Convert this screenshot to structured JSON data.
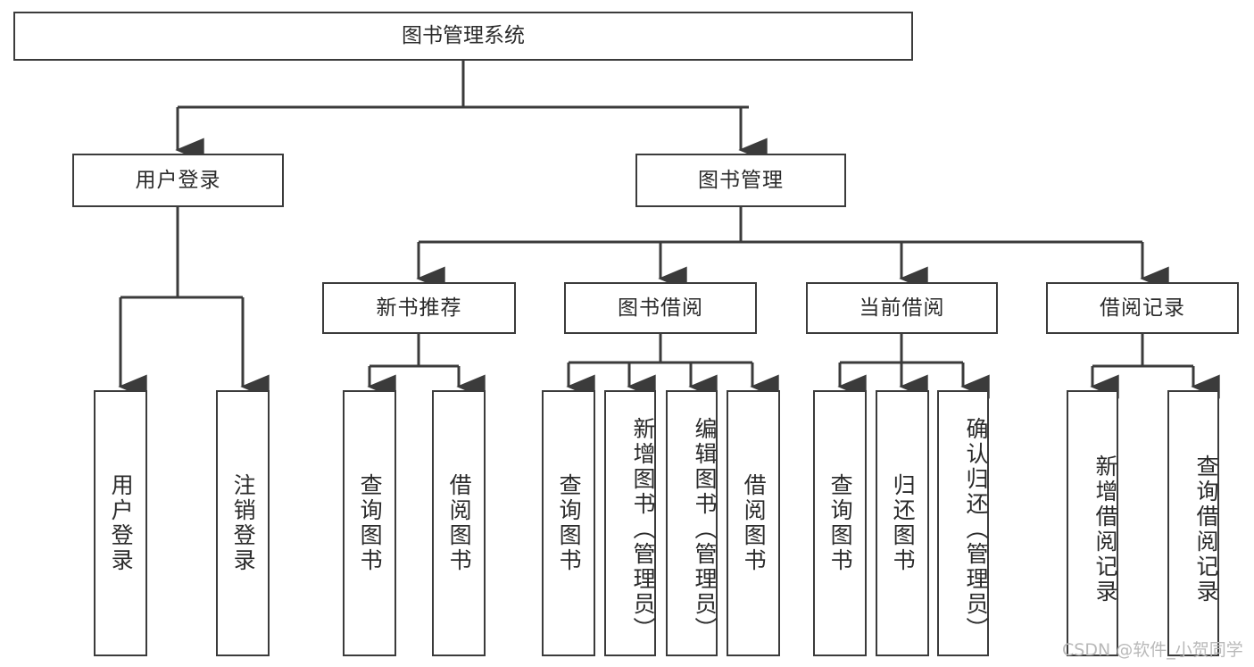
{
  "diagram": {
    "type": "tree",
    "title": "图书管理系统",
    "watermark": "CSDN @软件_小贺同学",
    "colors": {
      "box_border": "#3b3b3b",
      "box_fill": "#ffffff",
      "connector": "#3b3b3b",
      "text": "#2b2b2b",
      "watermark": "#b9b9b9",
      "background": "#ffffff"
    },
    "root": {
      "label": "图书管理系统"
    },
    "level2": [
      {
        "label": "用户登录"
      },
      {
        "label": "图书管理"
      }
    ],
    "level3": [
      {
        "label": "新书推荐"
      },
      {
        "label": "图书借阅"
      },
      {
        "label": "当前借阅"
      },
      {
        "label": "借阅记录"
      }
    ],
    "leaves": {
      "user_login": [
        {
          "label": "用户登录"
        },
        {
          "label": "注销登录"
        }
      ],
      "new_book_recommend": [
        {
          "label": "查询图书"
        },
        {
          "label": "借阅图书"
        }
      ],
      "book_borrow": [
        {
          "label": "查询图书"
        },
        {
          "label": "新增图书（管理员）"
        },
        {
          "label": "编辑图书（管理员）"
        },
        {
          "label": "借阅图书"
        }
      ],
      "current_borrow": [
        {
          "label": "查询图书"
        },
        {
          "label": "归还图书"
        },
        {
          "label": "确认归还（管理员）"
        }
      ],
      "borrow_record": [
        {
          "label": "新增借阅记录"
        },
        {
          "label": "查询借阅记录"
        }
      ]
    },
    "edges": [
      {
        "from": "图书管理系统",
        "to": "用户登录"
      },
      {
        "from": "图书管理系统",
        "to": "图书管理"
      },
      {
        "from": "用户登录",
        "to": "用户登录"
      },
      {
        "from": "用户登录",
        "to": "注销登录"
      },
      {
        "from": "图书管理",
        "to": "新书推荐"
      },
      {
        "from": "图书管理",
        "to": "图书借阅"
      },
      {
        "from": "图书管理",
        "to": "当前借阅"
      },
      {
        "from": "图书管理",
        "to": "借阅记录"
      },
      {
        "from": "新书推荐",
        "to": "查询图书"
      },
      {
        "from": "新书推荐",
        "to": "借阅图书"
      },
      {
        "from": "图书借阅",
        "to": "查询图书"
      },
      {
        "from": "图书借阅",
        "to": "新增图书（管理员）"
      },
      {
        "from": "图书借阅",
        "to": "编辑图书（管理员）"
      },
      {
        "from": "图书借阅",
        "to": "借阅图书"
      },
      {
        "from": "当前借阅",
        "to": "查询图书"
      },
      {
        "from": "当前借阅",
        "to": "归还图书"
      },
      {
        "from": "当前借阅",
        "to": "确认归还（管理员）"
      },
      {
        "from": "借阅记录",
        "to": "新增借阅记录"
      },
      {
        "from": "借阅记录",
        "to": "查询借阅记录"
      }
    ]
  }
}
